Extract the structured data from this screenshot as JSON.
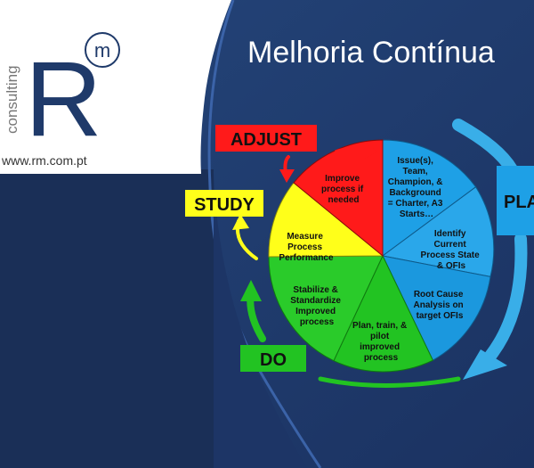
{
  "logo": {
    "tagline": "consulting",
    "letter": "R",
    "superscript": "m",
    "url": "www.rm.com.pt"
  },
  "title": "Melhoria Contínua",
  "labels": {
    "adjust": "ADJUST",
    "study": "STUDY",
    "do": "DO",
    "plan": "PLA"
  },
  "segments": {
    "s1": [
      "Issue(s),",
      "Team,",
      "Champion, &",
      "Background",
      "= Charter, A3",
      "Starts…"
    ],
    "s2": [
      "Identify",
      "Current",
      "Process State",
      "& OFIs"
    ],
    "s3": [
      "Root Cause",
      "Analysis on",
      "target OFIs"
    ],
    "s4": [
      "Plan, train, &",
      "pilot",
      "improved",
      "process"
    ],
    "s5": [
      "Stabilize  &",
      "Standardize",
      "Improved",
      "process"
    ],
    "s6": [
      "Measure",
      "Process",
      "Performance"
    ],
    "s7": [
      "Improve",
      "process if",
      "needed"
    ]
  },
  "colors": {
    "background": "#1f3a6a",
    "blue": "#1ea0e6",
    "green": "#22c322",
    "yellow": "#ffff1a",
    "red": "#ff1a1a"
  }
}
